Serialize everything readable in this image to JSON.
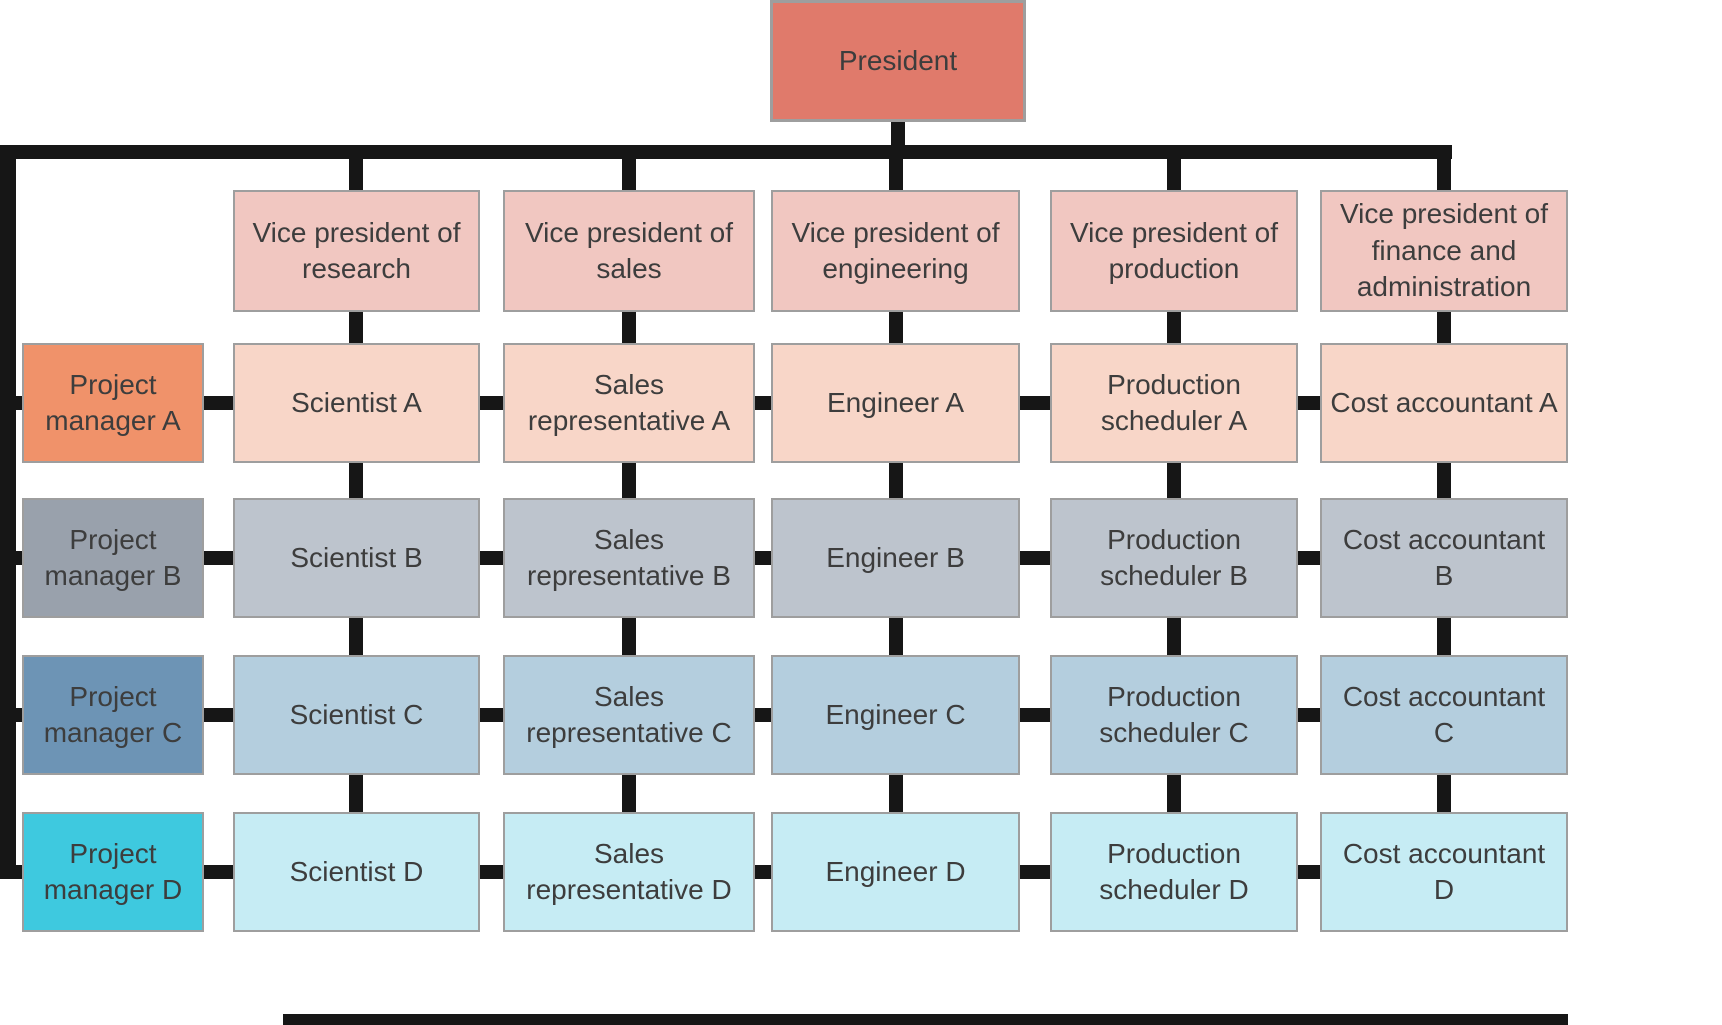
{
  "colors": {
    "line": "#161616",
    "president": "#e07a6b",
    "vp": "#f1c7c1",
    "row_a_cell": "#f8d6c8",
    "row_a_manager": "#f0926a",
    "row_b_cell": "#bdc4cd",
    "row_b_manager": "#99a1ac",
    "row_c_cell": "#b4cede",
    "row_c_manager": "#6d94b5",
    "row_d_cell": "#c6ecf4",
    "row_d_manager": "#3ec9df"
  },
  "chart": {
    "president": "President",
    "vice_presidents": [
      "Vice president of research",
      "Vice president of sales",
      "Vice president of engineering",
      "Vice president of production",
      "Vice president of finance and administration"
    ],
    "rows": [
      {
        "manager": "Project manager A",
        "cells": [
          "Scientist A",
          "Sales representative A",
          "Engineer A",
          "Production scheduler A",
          "Cost accountant A"
        ]
      },
      {
        "manager": "Project manager B",
        "cells": [
          "Scientist B",
          "Sales representative B",
          "Engineer B",
          "Production scheduler B",
          "Cost accountant B"
        ]
      },
      {
        "manager": "Project manager C",
        "cells": [
          "Scientist C",
          "Sales representative C",
          "Engineer C",
          "Production scheduler C",
          "Cost accountant C"
        ]
      },
      {
        "manager": "Project manager D",
        "cells": [
          "Scientist D",
          "Sales representative D",
          "Engineer D",
          "Production scheduler D",
          "Cost accountant D"
        ]
      }
    ]
  }
}
